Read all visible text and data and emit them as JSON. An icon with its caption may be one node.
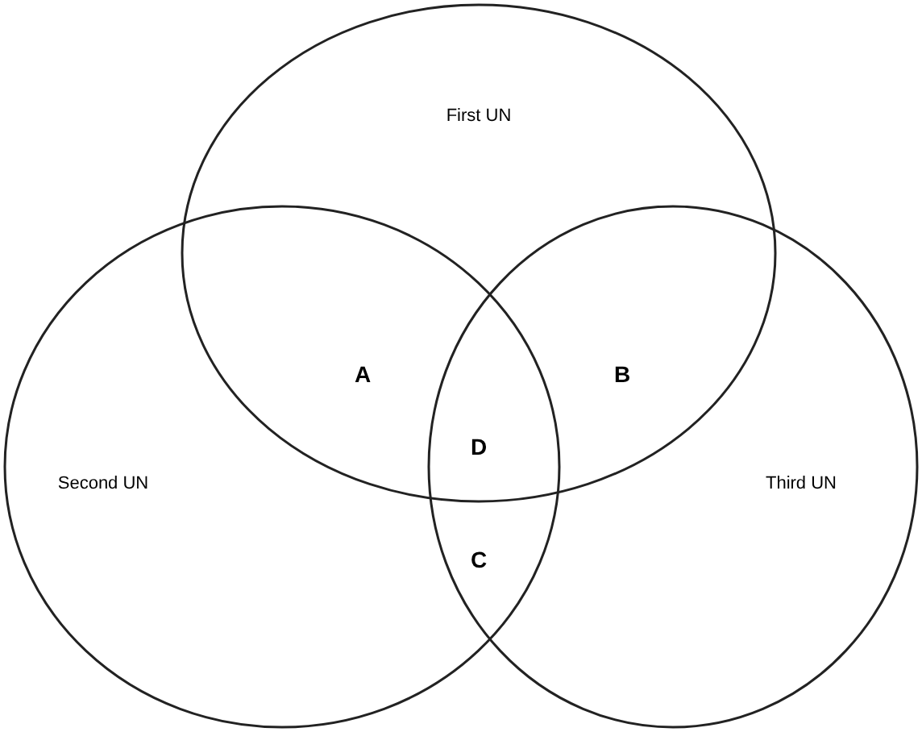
{
  "diagram": {
    "nodes": [
      {
        "text": [
          "First UN"
        ]
      },
      {
        "text": [
          "Second UN"
        ]
      },
      {
        "text": [
          "Third UN"
        ]
      }
    ],
    "labels": [
      "A",
      "B",
      "D",
      "C"
    ]
  }
}
